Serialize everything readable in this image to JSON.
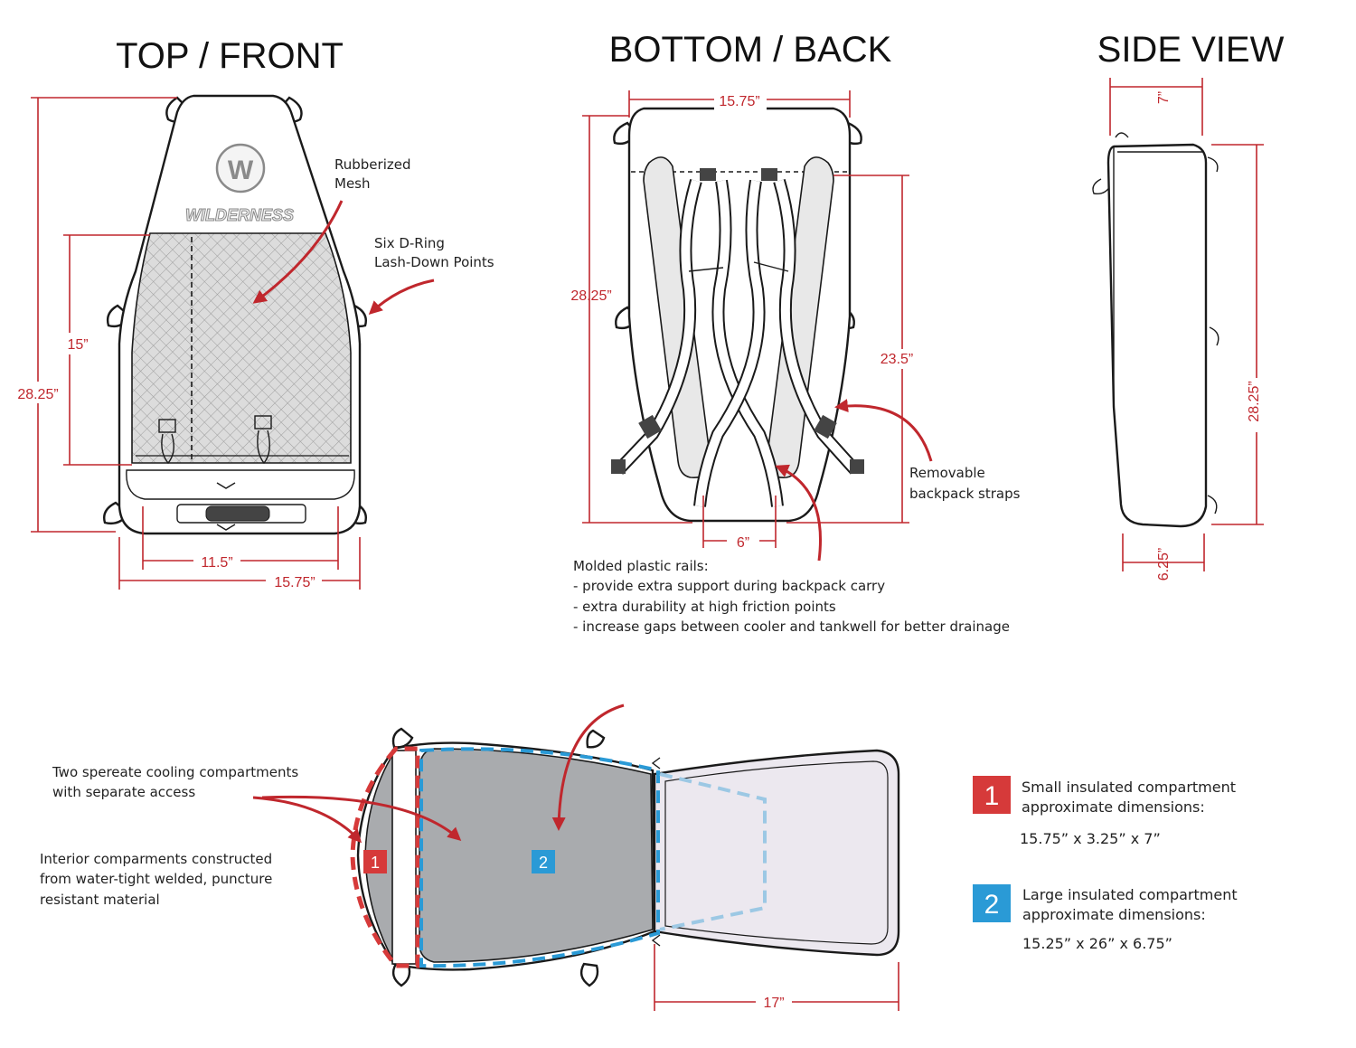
{
  "colors": {
    "accent_red": "#c0272d",
    "compartment_red": "#d63a3a",
    "compartment_blue": "#2a9ad6",
    "mesh_gray": "#d8d8d8",
    "interior_gray": "#a9abae",
    "lid_lilac": "#ece8ef"
  },
  "views": {
    "top_front": {
      "title": "TOP / FRONT",
      "dims": {
        "height": "28.25”",
        "mesh_height": "15”",
        "handle_width": "11.5”",
        "width": "15.75”"
      },
      "callouts": {
        "mesh": [
          "Rubberized",
          "Mesh"
        ],
        "dring": [
          "Six D-Ring",
          "Lash-Down Points"
        ]
      },
      "logo_text": "WILDERNESS"
    },
    "bottom_back": {
      "title": "BOTTOM / BACK",
      "dims": {
        "width": "15.75”",
        "height": "28.25”",
        "strap_height": "23.5”",
        "rail_gap": "6”"
      },
      "callouts": {
        "straps": [
          "Removable",
          "backpack straps"
        ]
      },
      "rails_note": [
        "Molded plastic rails:",
        "- provide extra support during backpack carry",
        "- extra durability at high friction points",
        "- increase gaps between cooler and tankwell for better drainage"
      ]
    },
    "side": {
      "title": "SIDE VIEW",
      "dims": {
        "top_depth": "7”",
        "height": "28.25”",
        "bottom_depth": "6.25”"
      }
    }
  },
  "open_view": {
    "notes": {
      "compartments": [
        "Two spereate cooling compartments",
        "with separate access"
      ],
      "interior": [
        "Interior comparments constructed",
        "from water-tight welded, puncture",
        "resistant material"
      ]
    },
    "markers": {
      "small": "1",
      "large": "2"
    },
    "dims": {
      "lid_width": "17”"
    }
  },
  "legend": [
    {
      "num": "1",
      "color": "#d63a3a",
      "line1": "Small insulated compartment",
      "line2": "approximate dimensions:",
      "dims": "15.75” x 3.25” x 7”"
    },
    {
      "num": "2",
      "color": "#2a9ad6",
      "line1": "Large insulated compartment",
      "line2": "approximate dimensions:",
      "dims": "15.25” x 26” x 6.75”"
    }
  ]
}
